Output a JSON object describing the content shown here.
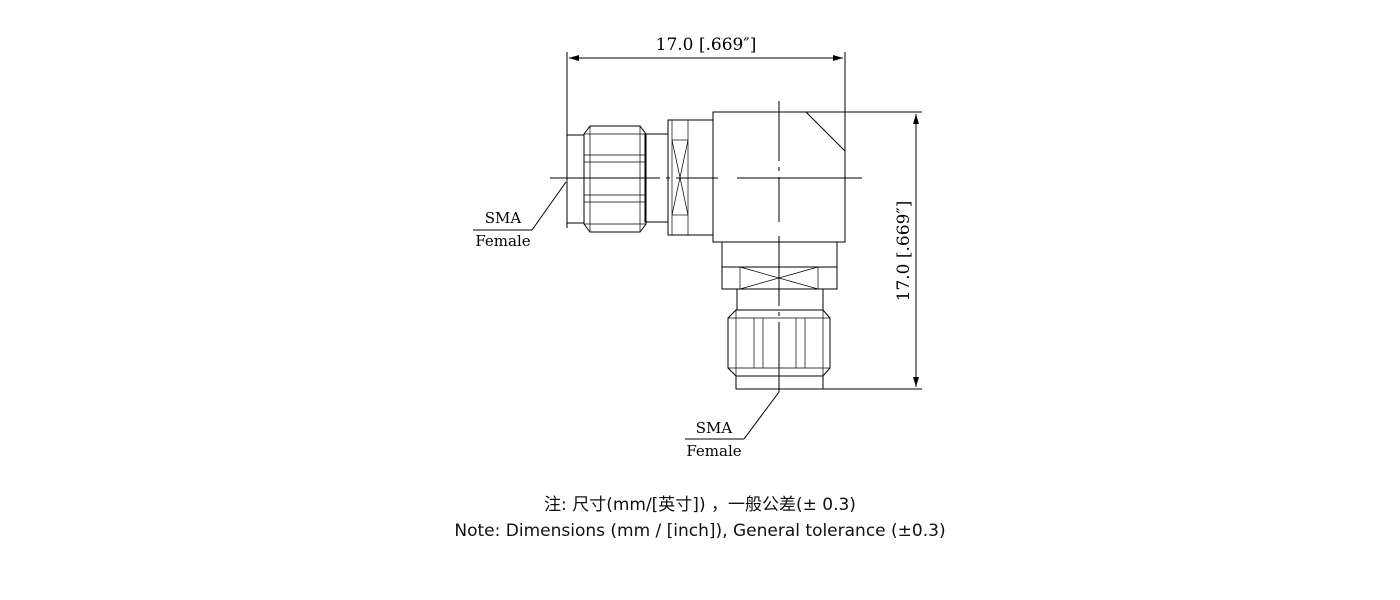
{
  "dimensions": {
    "width": "17.0 [.669″]",
    "height": "17.0 [.669″]"
  },
  "labels": {
    "left_connector": {
      "type": "SMA",
      "gender": "Female"
    },
    "bottom_connector": {
      "type": "SMA",
      "gender": "Female"
    }
  },
  "notes": {
    "chinese": "注: 尺寸(mm/[英寸]) ，一般公差(± 0.3)",
    "english": "Note: Dimensions (mm / [inch]), General tolerance (±0.3)"
  }
}
